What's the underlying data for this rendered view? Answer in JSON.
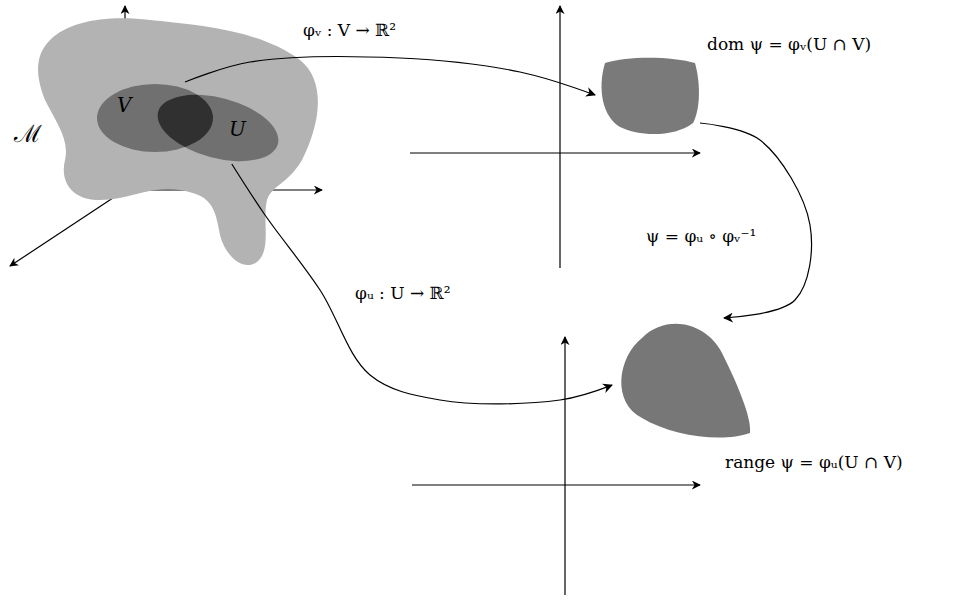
{
  "diagram": {
    "nodes": [
      {
        "text": [
          "ℳ"
        ]
      },
      {
        "text": [
          "V"
        ],
        "in": 0
      },
      {
        "text": [
          "U"
        ],
        "in": 0
      },
      {
        "text": [
          "dom ψ = φᵥ(U ∩ V)"
        ]
      },
      {
        "text": [
          "range ψ = φᵤ(U ∩ V)"
        ]
      }
    ],
    "edges": [
      {
        "from": 1,
        "to": 3,
        "label": "φᵥ : V → ℝ²",
        "arrow": "to"
      },
      {
        "from": 3,
        "to": 4,
        "label": "ψ = φᵤ ∘ φᵥ⁻¹",
        "arrow": "to"
      },
      {
        "from": 2,
        "to": 4,
        "label": "φᵤ : U → ℝ²",
        "arrow": "to"
      }
    ]
  }
}
